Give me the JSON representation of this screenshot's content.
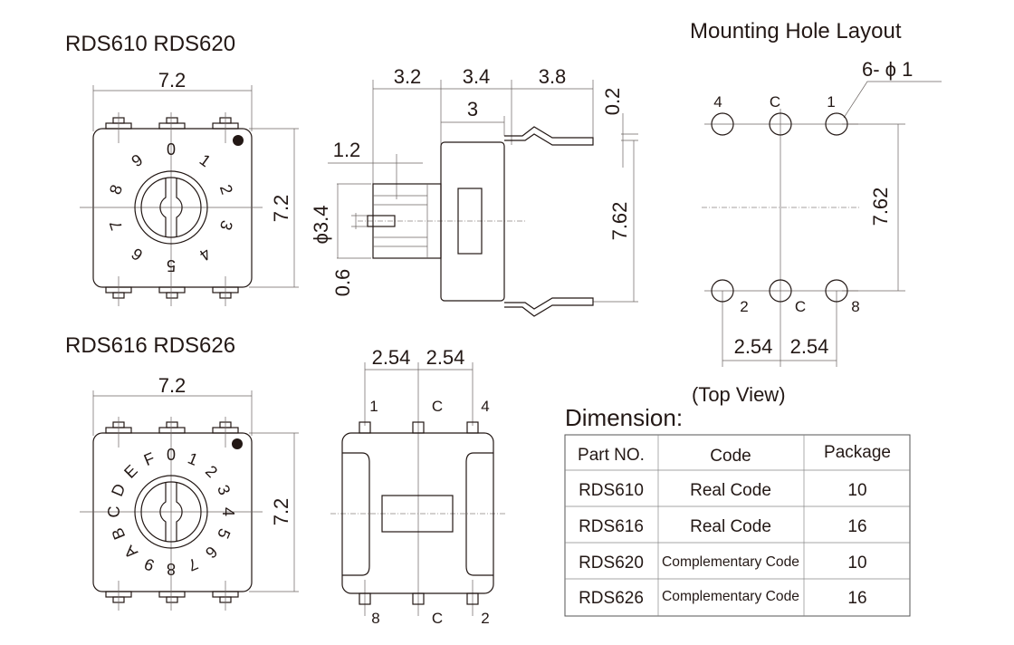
{
  "top_left": {
    "title": "RDS610  RDS620",
    "width": "7.2",
    "height": "7.2",
    "digits": [
      "0",
      "1",
      "2",
      "3",
      "4",
      "5",
      "6",
      "7",
      "8",
      "9"
    ]
  },
  "side_view": {
    "d1": "3.2",
    "d2": "3.4",
    "d3": "3.8",
    "d4": "3",
    "d5": "1.2",
    "d6": "ϕ3.4",
    "d7": "0.6",
    "d8": "0.2",
    "d9": "7.62"
  },
  "mounting": {
    "title": "Mounting Hole Layout",
    "hole_label": "6- ϕ 1",
    "top_pins": [
      "4",
      "C",
      "1"
    ],
    "bottom_pins": [
      "2",
      "C",
      "8"
    ],
    "pitch": "7.62",
    "sp1": "2.54",
    "sp2": "2.54",
    "view": "(Top View)"
  },
  "bottom_left": {
    "title": "RDS616  RDS626",
    "width": "7.2",
    "height": "7.2",
    "digits": [
      "0",
      "1",
      "2",
      "3",
      "4",
      "5",
      "6",
      "7",
      "8",
      "9",
      "A",
      "B",
      "C",
      "D",
      "E",
      "F"
    ]
  },
  "bottom_view": {
    "sp1": "2.54",
    "sp2": "2.54",
    "top_pins": [
      "1",
      "C",
      "4"
    ],
    "bottom_pins": [
      "8",
      "C",
      "2"
    ]
  },
  "table": {
    "title": "Dimension:",
    "headers": [
      "Part NO.",
      "Code",
      "Package"
    ],
    "rows": [
      [
        "RDS610",
        "Real Code",
        "10"
      ],
      [
        "RDS616",
        "Real Code",
        "16"
      ],
      [
        "RDS620",
        "Complementary Code",
        "10"
      ],
      [
        "RDS626",
        "Complementary Code",
        "16"
      ]
    ]
  }
}
